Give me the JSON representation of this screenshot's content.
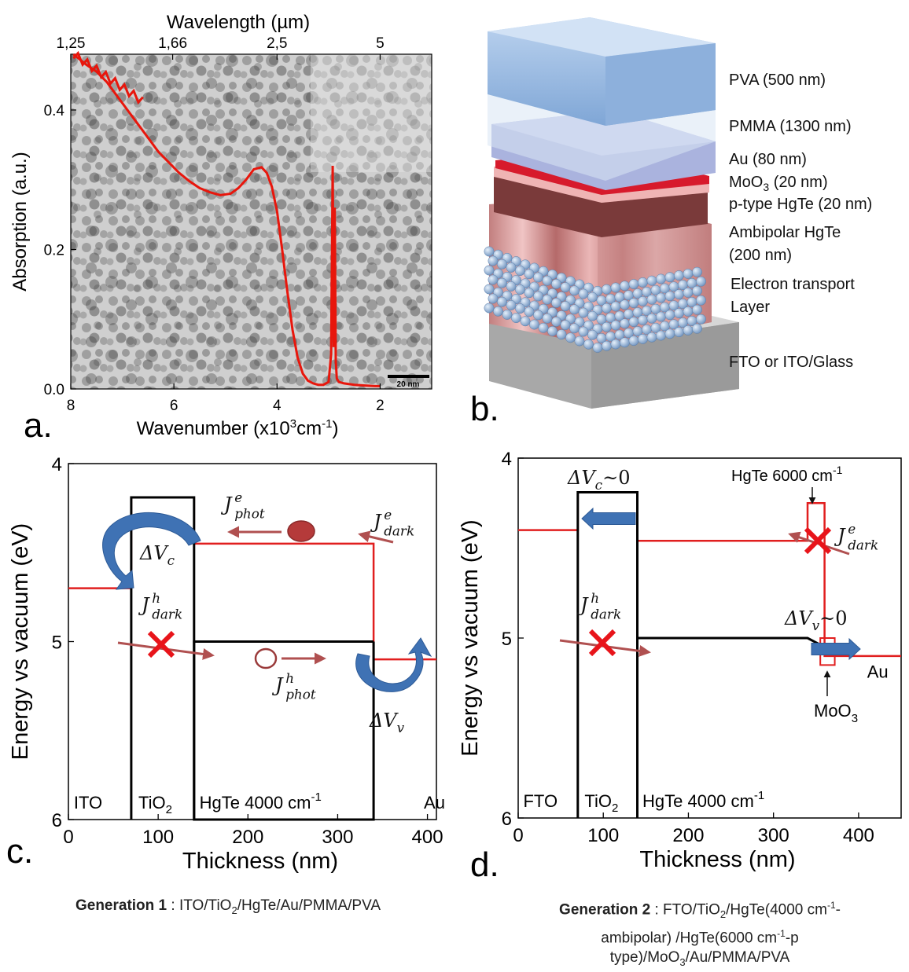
{
  "panel_labels": {
    "a": "a.",
    "b": "b.",
    "c": "c.",
    "d": "d."
  },
  "tem": {
    "scale_bar": "20 nm"
  },
  "layers": [
    {
      "label": "PVA (500 nm)",
      "color": "#8fb3dd"
    },
    {
      "label": "PMMA (1300 nm)",
      "color": "#b9c6e3"
    },
    {
      "label": "Au (80 nm)",
      "color": "#d3142a"
    },
    {
      "label_pre": "MoO",
      "label_sub": "3",
      "label_post": " (20 nm)",
      "color": "#f2b0b0"
    },
    {
      "label": "p-type HgTe (20 nm)",
      "color": "#6e2f2f"
    },
    {
      "label_line1": "Ambipolar HgTe",
      "label_line2": "(200 nm)",
      "color": "#d99a9a"
    },
    {
      "label_line1": "Electron transport",
      "label_line2": "Layer",
      "color": "#8fb0d4"
    },
    {
      "label": "FTO or ITO/Glass",
      "color": "#b5b5b5"
    }
  ],
  "captions": {
    "gen1_bold": "Generation 1",
    "gen1_text": " : ITO/TiO",
    "gen1_sub": "2",
    "gen1_rest": "/HgTe/Au/PMMA/PVA",
    "gen2_bold": "Generation 2",
    "gen2_l1": " : FTO/TiO",
    "gen2_l1_sub": "2",
    "gen2_l1_rest": "/HgTe(4000 cm",
    "gen2_l1_sup": "-1",
    "gen2_l1_end": "-",
    "gen2_l2a": "ambipolar) /HgTe(6000 cm",
    "gen2_l2_sup": "-1",
    "gen2_l2b": "-p",
    "gen2_l3a": "type)/MoO",
    "gen2_l3_sub": "3",
    "gen2_l3b": "/Au/PMMA/PVA"
  },
  "chart_data": [
    {
      "panel": "a",
      "type": "line",
      "xlabel": "Wavenumber (x10³cm⁻¹)",
      "xlabel_parts": {
        "pre": "Wavenumber (x10",
        "sup1": "3",
        "mid": "cm",
        "sup2": "-1",
        "post": ")"
      },
      "ylabel": "Absorption (a.u.)",
      "x2label": "Wavelength (µm)",
      "x_ticks": [
        "8",
        "6",
        "4",
        "2"
      ],
      "x2_ticks": [
        "1,25",
        "1,66",
        "2,5",
        "5"
      ],
      "y_ticks": [
        "0.0",
        "0.2",
        "0.4"
      ],
      "xlim": [
        8,
        1
      ],
      "ylim": [
        0,
        0.48
      ],
      "series": [
        {
          "color": "#e8160c",
          "x": [
            7.95,
            7.7,
            7.5,
            7.3,
            7.1,
            6.9,
            6.7,
            6.5,
            6.3,
            6.1,
            5.9,
            5.7,
            5.5,
            5.3,
            5.1,
            4.9,
            4.75,
            4.6,
            4.45,
            4.3,
            4.2,
            4.1,
            4.0,
            3.9,
            3.8,
            3.7,
            3.6,
            3.5,
            3.4,
            3.3,
            3.2,
            3.1,
            3.0,
            2.95,
            2.92,
            2.9,
            2.88,
            2.86,
            2.84,
            2.8,
            2.7,
            2.5,
            2.3,
            2.1,
            2.0
          ],
          "y": [
            0.48,
            0.465,
            0.455,
            0.44,
            0.42,
            0.4,
            0.38,
            0.36,
            0.34,
            0.325,
            0.31,
            0.298,
            0.288,
            0.282,
            0.278,
            0.28,
            0.288,
            0.3,
            0.315,
            0.318,
            0.31,
            0.29,
            0.255,
            0.2,
            0.14,
            0.085,
            0.045,
            0.022,
            0.012,
            0.008,
            0.006,
            0.006,
            0.01,
            0.05,
            0.32,
            0.06,
            0.26,
            0.04,
            0.015,
            0.01,
            0.008,
            0.006,
            0.005,
            0.004,
            0.004
          ]
        }
      ]
    },
    {
      "panel": "c",
      "type": "line",
      "xlabel": "Thickness (nm)",
      "ylabel": "Energy vs vacuum (eV)",
      "x_ticks": [
        "0",
        "100",
        "200",
        "300",
        "400"
      ],
      "y_ticks": [
        "4",
        "5",
        "6"
      ],
      "xlim": [
        0,
        410
      ],
      "ylim": [
        6,
        4
      ],
      "regions": [
        {
          "label": "ITO"
        },
        {
          "label": "TiO",
          "sub": "2"
        },
        {
          "label": "HgTe 4000 cm",
          "sup": "-1"
        },
        {
          "label": "Au"
        }
      ],
      "series": [
        {
          "name": "conduction",
          "color": "#e11f1f",
          "x": [
            0,
            70,
            70,
            140,
            140,
            340,
            340,
            410
          ],
          "y": [
            4.7,
            4.7,
            4.19,
            4.19,
            4.45,
            4.45,
            5.1,
            5.1
          ]
        },
        {
          "name": "valence",
          "color": "#000000",
          "x": [
            70,
            70,
            140,
            140,
            340,
            340
          ],
          "y": [
            6.0,
            4.19,
            4.19,
            6.0,
            6.0,
            5.0
          ]
        },
        {
          "name": "valence-hgte",
          "color": "#000000",
          "x": [
            140,
            140,
            340,
            340
          ],
          "y": [
            6.0,
            5.0,
            5.0,
            5.0
          ]
        }
      ],
      "annotations": [
        {
          "base": "J",
          "sup": "e",
          "sub": "phot"
        },
        {
          "base": "J",
          "sup": "e",
          "sub": "dark"
        },
        {
          "base": "J",
          "sup": "h",
          "sub": "dark"
        },
        {
          "base": "J",
          "sup": "h",
          "sub": "phot"
        },
        {
          "base": "ΔV",
          "sub": "c"
        },
        {
          "base": "ΔV",
          "sub": "v"
        }
      ]
    },
    {
      "panel": "d",
      "type": "line",
      "xlabel": "Thickness (nm)",
      "ylabel": "Energy vs vacuum (eV)",
      "x_ticks": [
        "0",
        "100",
        "200",
        "300",
        "400"
      ],
      "y_ticks": [
        "4",
        "5",
        "6"
      ],
      "xlim": [
        0,
        450
      ],
      "ylim": [
        6,
        4
      ],
      "regions": [
        {
          "label": "FTO"
        },
        {
          "label": "TiO",
          "sub": "2"
        },
        {
          "label": "HgTe 4000 cm",
          "sup": "-1"
        },
        {
          "label": "Au"
        }
      ],
      "series": [
        {
          "name": "conduction",
          "color": "#e11f1f",
          "x": [
            0,
            70,
            70,
            140,
            140,
            340,
            340,
            360,
            360,
            450
          ],
          "y": [
            4.4,
            4.4,
            4.19,
            4.19,
            4.46,
            4.46,
            4.25,
            4.25,
            5.1,
            5.1
          ]
        },
        {
          "name": "valence",
          "color": "#000000",
          "x": [
            70,
            70,
            140,
            140
          ],
          "y": [
            6.0,
            4.19,
            4.19,
            6.0
          ]
        },
        {
          "name": "valence-hgte",
          "color": "#000000",
          "x": [
            140,
            140,
            340,
            360
          ],
          "y": [
            6.0,
            5.0,
            5.0,
            5.05
          ]
        }
      ],
      "annotations": [
        {
          "text": "HgTe 6000 cm",
          "sup": "-1"
        },
        {
          "text": "MoO",
          "sub": "3"
        },
        {
          "base": "J",
          "sup": "e",
          "sub": "dark"
        },
        {
          "base": "J",
          "sup": "h",
          "sub": "dark"
        },
        {
          "base": "ΔV",
          "sub": "c",
          "post": "~0"
        },
        {
          "base": "ΔV",
          "sub": "v",
          "post": "~0"
        }
      ]
    }
  ]
}
